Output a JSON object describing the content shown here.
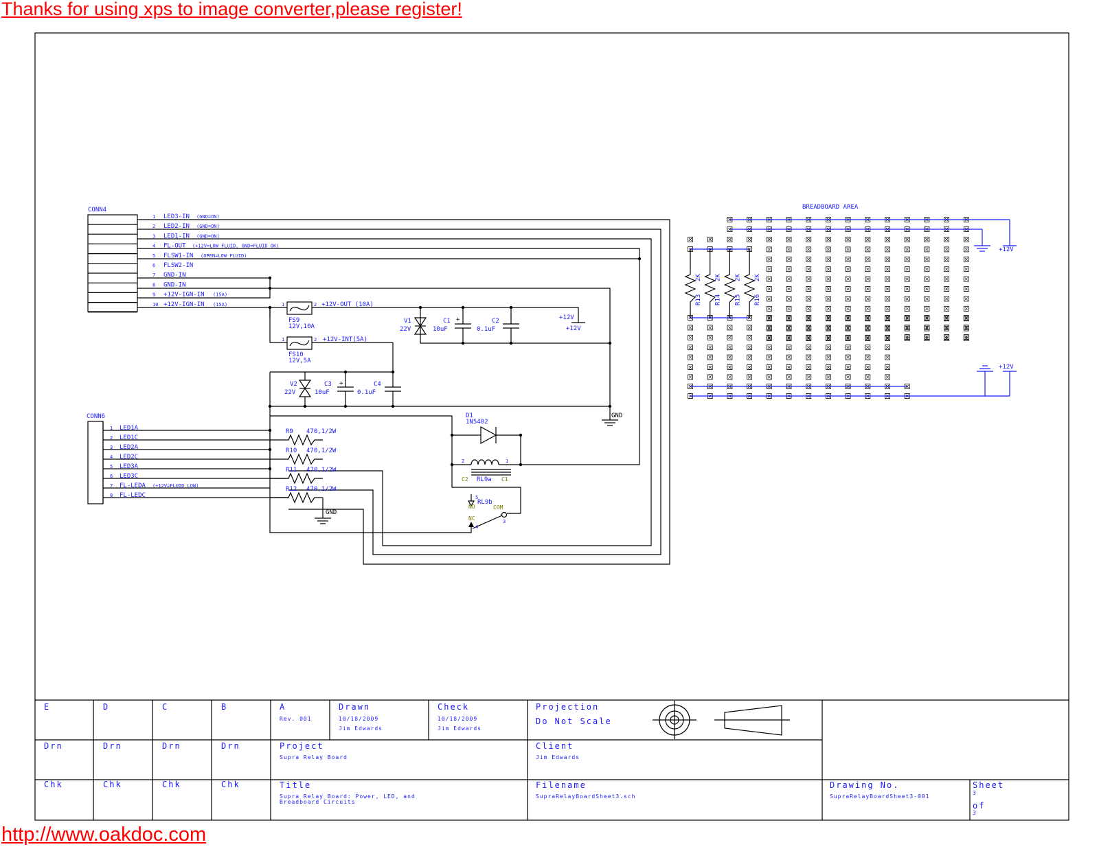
{
  "banner": "Thanks for using xps to image converter,please register!",
  "footer_link": "http://www.oakdoc.com",
  "conn4": {
    "label": "CONN4",
    "pins": [
      {
        "n": "1",
        "name": "LED3-IN",
        "note": "(GND=ON)"
      },
      {
        "n": "2",
        "name": "LED2-IN",
        "note": "(GND=ON)"
      },
      {
        "n": "3",
        "name": "LED1-IN",
        "note": "(GND=ON)"
      },
      {
        "n": "4",
        "name": "FL-OUT",
        "note": "(+12V=LOW FLUID, GND=FLUID OK)"
      },
      {
        "n": "5",
        "name": "FLSW1-IN",
        "note": "(OPEN=LOW FLUID)"
      },
      {
        "n": "6",
        "name": "FLSW2-IN",
        "note": ""
      },
      {
        "n": "7",
        "name": "GND-IN",
        "note": ""
      },
      {
        "n": "8",
        "name": "GND-IN",
        "note": ""
      },
      {
        "n": "9",
        "name": "+12V-IGN-IN",
        "note": "(15A)"
      },
      {
        "n": "10",
        "name": "+12V-IGN-IN",
        "note": "(15A)"
      }
    ]
  },
  "conn6": {
    "label": "CONN6",
    "pins": [
      {
        "n": "1",
        "name": "LED1A",
        "note": ""
      },
      {
        "n": "2",
        "name": "LED1C",
        "note": ""
      },
      {
        "n": "3",
        "name": "LED2A",
        "note": ""
      },
      {
        "n": "4",
        "name": "LED2C",
        "note": ""
      },
      {
        "n": "5",
        "name": "LED3A",
        "note": ""
      },
      {
        "n": "6",
        "name": "LED3C",
        "note": ""
      },
      {
        "n": "7",
        "name": "FL-LEDA",
        "note": "(+12V=FLUID LOW)"
      },
      {
        "n": "8",
        "name": "FL-LEDC",
        "note": ""
      }
    ]
  },
  "fs9": {
    "ref": "FS9",
    "value": "12V,10A",
    "p1": "1",
    "p2": "2",
    "net": "+12V-OUT (10A)"
  },
  "fs10": {
    "ref": "FS10",
    "value": "12V,5A",
    "p1": "1",
    "p2": "2",
    "net": "+12V-INT(5A)"
  },
  "v1": {
    "ref": "V1",
    "value": "22V"
  },
  "c1": {
    "ref": "C1",
    "value": "10uF"
  },
  "c2": {
    "ref": "C2",
    "value": "0.1uF"
  },
  "v2": {
    "ref": "V2",
    "value": "22V"
  },
  "c3": {
    "ref": "C3",
    "value": "10uF"
  },
  "c4": {
    "ref": "C4",
    "value": "0.1uF"
  },
  "pwr": {
    "net": "+12V",
    "gnd": "GND"
  },
  "d1": {
    "ref": "D1",
    "value": "1N5402"
  },
  "rl9a": {
    "ref": "RL9a",
    "c1": "C1",
    "c2": "C2",
    "p1": "1",
    "p2": "2"
  },
  "rl9b": {
    "ref": "RL9b",
    "no": "NO",
    "nc": "NC",
    "com": "COM",
    "p_no": "5",
    "p_nc": "4",
    "p_com": "3"
  },
  "resistors": [
    {
      "ref": "R9",
      "value": "470,1/2W"
    },
    {
      "ref": "R10",
      "value": "470,1/2W"
    },
    {
      "ref": "R11",
      "value": "470,1/2W"
    },
    {
      "ref": "R12",
      "value": "470,1/2W"
    }
  ],
  "breadboard": {
    "label": "BREADBOARD AREA",
    "resistors": [
      {
        "ref": "R13",
        "value": "2K"
      },
      {
        "ref": "R14",
        "value": "2K"
      },
      {
        "ref": "R15",
        "value": "2K"
      },
      {
        "ref": "R16",
        "value": "2K"
      }
    ]
  },
  "title_block": {
    "rev_cols": [
      "E",
      "D",
      "C",
      "B",
      "A"
    ],
    "rev_value": "Rev. 001",
    "drn": "Drn",
    "chk": "Chk",
    "drawn_label": "Drawn",
    "drawn_date": "10/18/2009",
    "drawn_by": "Jim Edwards",
    "check_label": "Check",
    "check_date": "10/18/2009",
    "check_by": "Jim Edwards",
    "projection_label": "Projection",
    "do_not_scale": "Do Not Scale",
    "project_label": "Project",
    "project": "Supra Relay Board",
    "client_label": "Client",
    "client": "Jim Edwards",
    "title_label": "Title",
    "title_line1": "Supra Relay Board: Power, LED, and",
    "title_line2": "Breadboard Circuits",
    "filename_label": "Filename",
    "filename": "SupraRelayBoardSheet3.sch",
    "drawing_no_label": "Drawing No.",
    "drawing_no": "SupraRelayBoardSheet3-001",
    "sheet_label": "Sheet",
    "sheet_num": "3",
    "of_label": "of",
    "sheet_total": "3"
  }
}
